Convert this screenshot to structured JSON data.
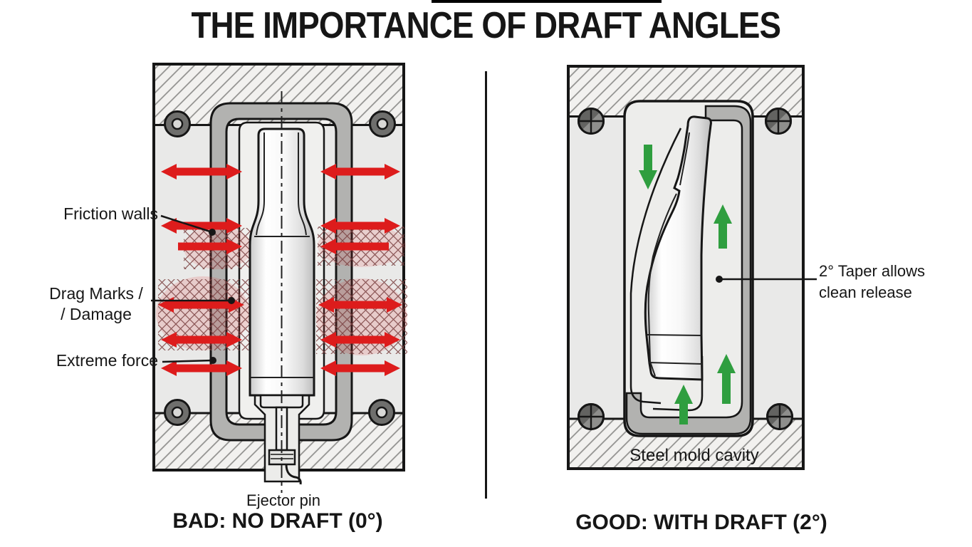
{
  "title": "THE IMPORTANCE OF DRAFT ANGLES",
  "left_panel": {
    "caption": "BAD: NO DRAFT (0°)",
    "labels": {
      "friction_walls": "Friction walls",
      "drag_marks_line1": "Drag Marks /",
      "drag_marks_line2": "/ Damage",
      "extreme_force": "Extreme force",
      "ejector_pin": "Ejector pin"
    }
  },
  "right_panel": {
    "caption": "GOOD: WITH DRAFT (2°)",
    "labels": {
      "taper_line1": "2° Taper allows",
      "taper_line2": "clean release",
      "steel_mold_cavity": "Steel mold cavity"
    }
  },
  "colors": {
    "friction_arrow_red": "#dd1c1c",
    "release_arrow_green": "#2f9e3f",
    "mold_fill": "#e9e9e8",
    "cavity_wall_gray": "#b2b2b0",
    "outline_black": "#161616"
  }
}
